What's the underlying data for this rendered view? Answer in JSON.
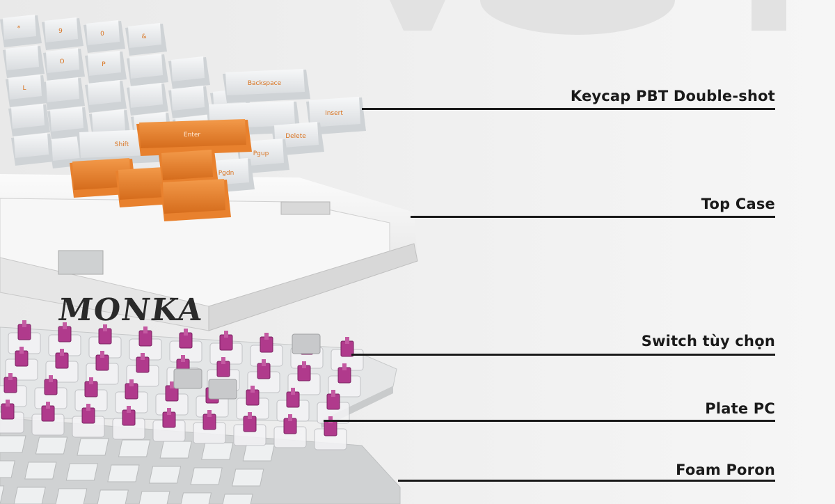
{
  "brand": {
    "logo_text": "MONKA"
  },
  "keycap_legends": [
    "Backspace",
    "Insert",
    "Delete",
    "Pgup",
    "Pgdn",
    "Enter",
    "Shift",
    "O",
    "P",
    "L",
    "9",
    "0",
    "*",
    "&"
  ],
  "layers": [
    {
      "id": "keycap",
      "label": "Keycap PBT Double-shot"
    },
    {
      "id": "top-case",
      "label": "Top Case"
    },
    {
      "id": "switch",
      "label": "Switch tùy chọn"
    },
    {
      "id": "plate",
      "label": "Plate PC"
    },
    {
      "id": "foam",
      "label": "Foam Poron"
    }
  ],
  "colors": {
    "background": "#f1f1f1",
    "keycap_white": "#ebedef",
    "keycap_orange": "#e8812e",
    "legend_orange": "#d9731f",
    "case_white": "#f2f2f2",
    "switch_pink": "#b03a8c",
    "plate": "#d5d7d8",
    "line": "#1a1a1a"
  }
}
